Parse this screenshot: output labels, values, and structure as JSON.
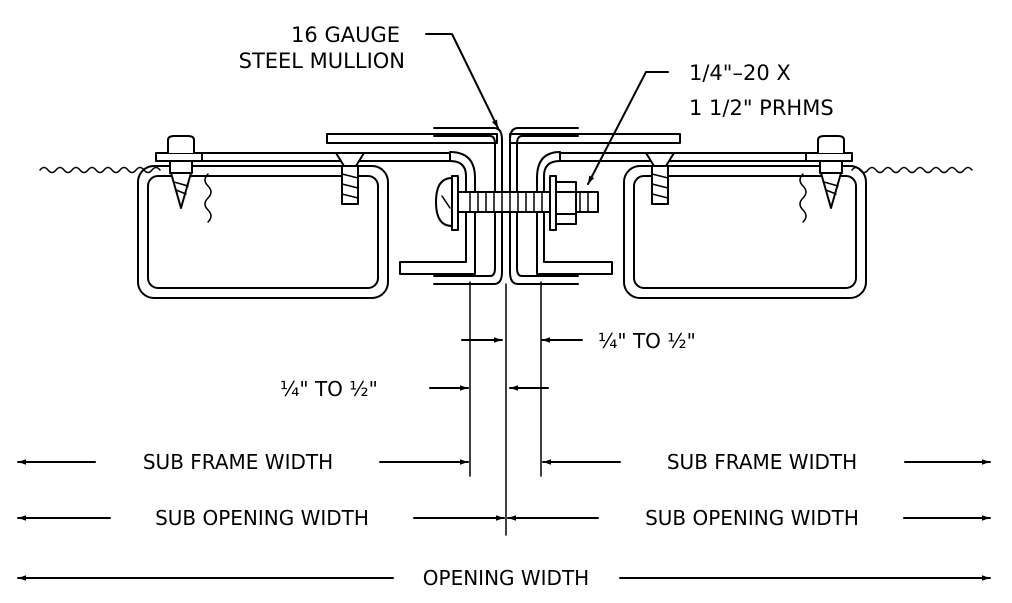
{
  "diagram": {
    "callouts": {
      "mullion": {
        "line1": "16 GAUGE",
        "line2": "STEEL MULLION"
      },
      "screw": {
        "line1": "1/4\"–20 X",
        "line2": "1 1/2\" PRHMS"
      }
    },
    "gaps": {
      "upper": "¼\" TO ½\"",
      "lower": "¼\" TO ½\""
    },
    "dimensions": {
      "sub_frame_width_left": "SUB FRAME WIDTH",
      "sub_frame_width_right": "SUB FRAME WIDTH",
      "sub_opening_width_left": "SUB OPENING WIDTH",
      "sub_opening_width_right": "SUB OPENING WIDTH",
      "opening_width": "OPENING WIDTH"
    },
    "colors": {
      "ink": "#000000",
      "paper": "#ffffff"
    }
  }
}
